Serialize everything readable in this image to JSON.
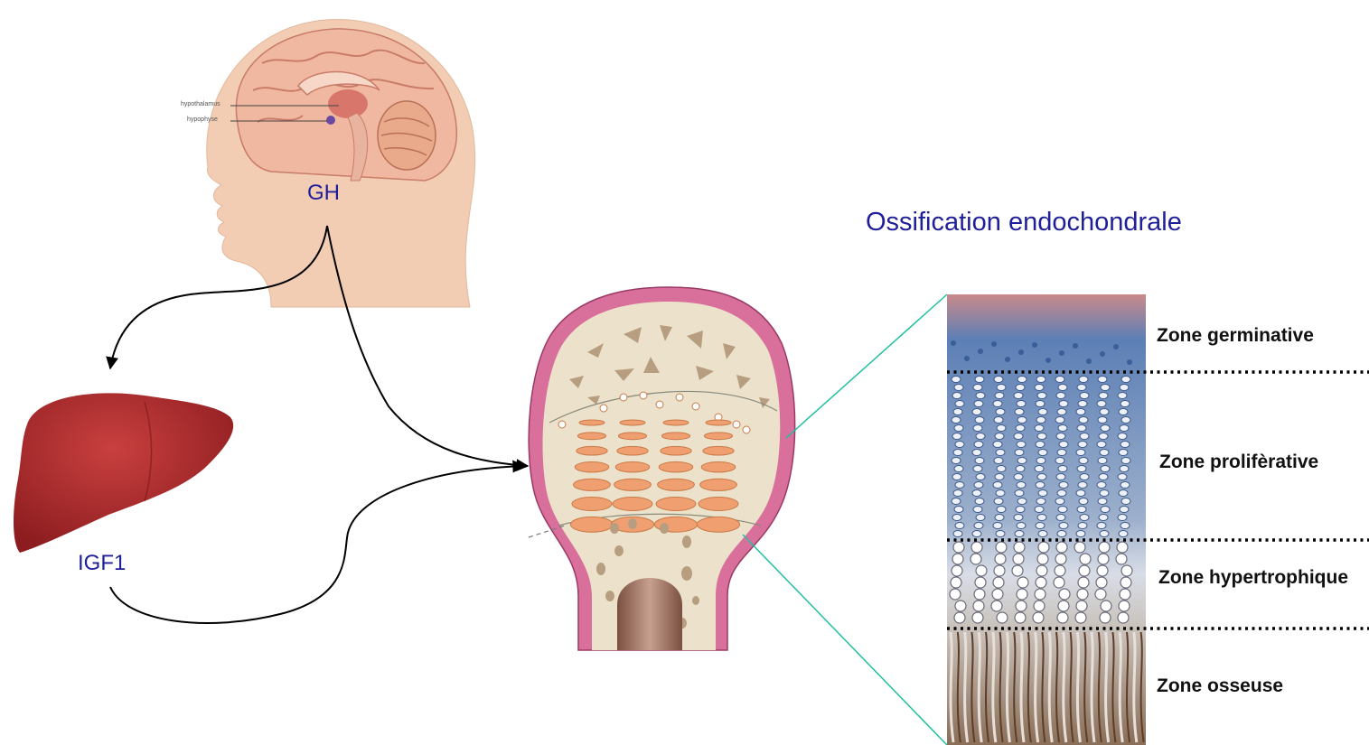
{
  "title": "Ossification endochondrale",
  "hormones": {
    "gh": "GH",
    "igf1": "IGF1"
  },
  "brain_labels": {
    "hypothalamus": "hypothalamus",
    "hypophyse": "hypophyse"
  },
  "zones": [
    {
      "label": "Zone germinative"
    },
    {
      "label": "Zone prolifèrative"
    },
    {
      "label": "Zone hypertrophique"
    },
    {
      "label": "Zone osseuse"
    }
  ],
  "colors": {
    "label_blue": "#1f1f99",
    "liver": "#a8272a",
    "bone_outer": "#d9709c",
    "bone_inner": "#ece2cc",
    "chondrocyte": "#f0a070",
    "callout_line": "#20c0a0",
    "skin": "#f2cdb4",
    "brain": "#f0b8a0"
  }
}
